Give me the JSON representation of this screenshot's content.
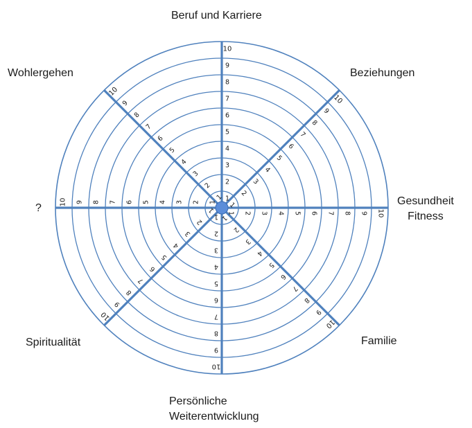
{
  "diagram": {
    "scale_max": 10,
    "ring_values": [
      1,
      2,
      3,
      4,
      5,
      6,
      7,
      8,
      9,
      10
    ],
    "colors": {
      "ring": "#4f81bd",
      "spoke": "#4f81bd",
      "hub": "#5b8dd9",
      "text": "#1a1a1a"
    },
    "segments": [
      {
        "id": "career",
        "label": "Beruf und Karriere",
        "label2": ""
      },
      {
        "id": "relations",
        "label": "Beziehungen",
        "label2": ""
      },
      {
        "id": "health",
        "label": "Gesundheit",
        "label2": "Fitness"
      },
      {
        "id": "family",
        "label": "Familie",
        "label2": ""
      },
      {
        "id": "growth",
        "label": "Persönliche",
        "label2": "Weiterentwicklung"
      },
      {
        "id": "spirit",
        "label": "Spiritualität",
        "label2": ""
      },
      {
        "id": "unknown",
        "label": "?",
        "label2": ""
      },
      {
        "id": "wellbeing",
        "label": "Wohlergehen",
        "label2": ""
      }
    ]
  }
}
